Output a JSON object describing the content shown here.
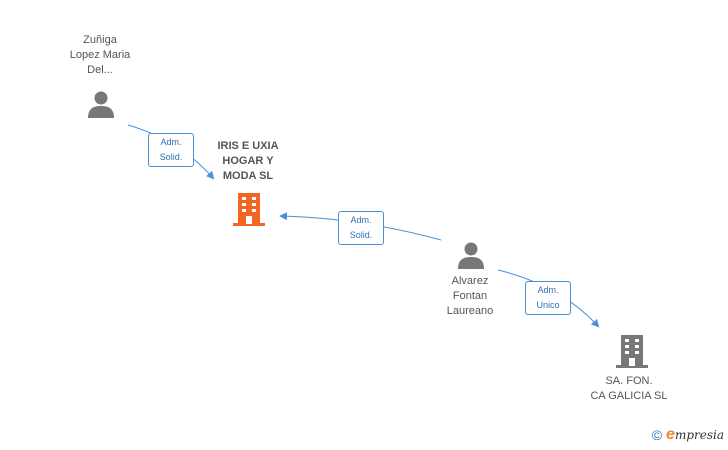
{
  "nodes": {
    "person_zuniga": {
      "label": "Zuñiga\nLopez Maria\nDel...",
      "type": "person"
    },
    "company_iris": {
      "label": "IRIS E UXIA\nHOGAR Y\nMODA SL",
      "type": "company",
      "color": "#f26522"
    },
    "person_alvarez": {
      "label": "Alvarez\nFontan\nLaureano",
      "type": "person"
    },
    "company_safon": {
      "label": "SA. FON.\nCA GALICIA SL",
      "type": "company",
      "color": "#777777"
    }
  },
  "edges": [
    {
      "from": "person_zuniga",
      "to": "company_iris",
      "label": "Adm.\nSolid."
    },
    {
      "from": "person_alvarez",
      "to": "company_iris",
      "label": "Adm.\nSolid."
    },
    {
      "from": "person_alvarez",
      "to": "company_safon",
      "label": "Adm.\nUnico"
    }
  ],
  "colors": {
    "edge": "#4a90d9",
    "person_icon": "#777777"
  },
  "footer": {
    "copyright_symbol": "©",
    "brand_initial": "e",
    "brand_rest": "mpresia"
  }
}
